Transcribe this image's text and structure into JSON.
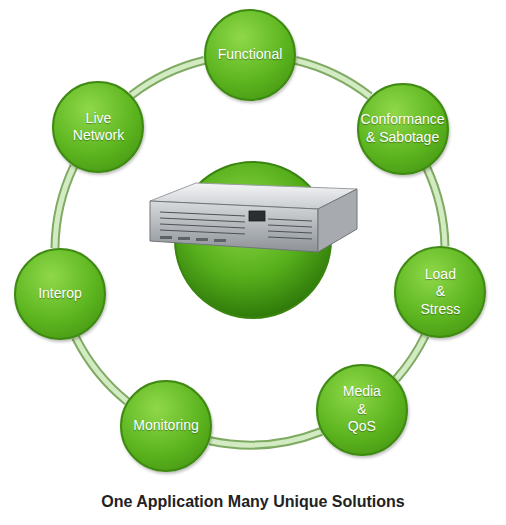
{
  "diagram": {
    "caption": "One Application Many Unique Solutions",
    "nodes": [
      {
        "text": [
          "Functional"
        ]
      },
      {
        "text": [
          "Conformance & Sabotage"
        ]
      },
      {
        "text": [
          "Load & Stress"
        ]
      },
      {
        "text": [
          "Media & QoS"
        ]
      },
      {
        "text": [
          "Monitoring"
        ]
      },
      {
        "text": [
          "Interop"
        ]
      },
      {
        "text": [
          "Live Network"
        ]
      }
    ],
    "edges": [
      {
        "from": 0,
        "to": 1,
        "arrow": "none"
      },
      {
        "from": 1,
        "to": 2,
        "arrow": "none"
      },
      {
        "from": 2,
        "to": 3,
        "arrow": "none"
      },
      {
        "from": 3,
        "to": 4,
        "arrow": "none"
      },
      {
        "from": 4,
        "to": 5,
        "arrow": "none"
      },
      {
        "from": 5,
        "to": 6,
        "arrow": "none"
      },
      {
        "from": 6,
        "to": 0,
        "arrow": "none"
      }
    ]
  }
}
